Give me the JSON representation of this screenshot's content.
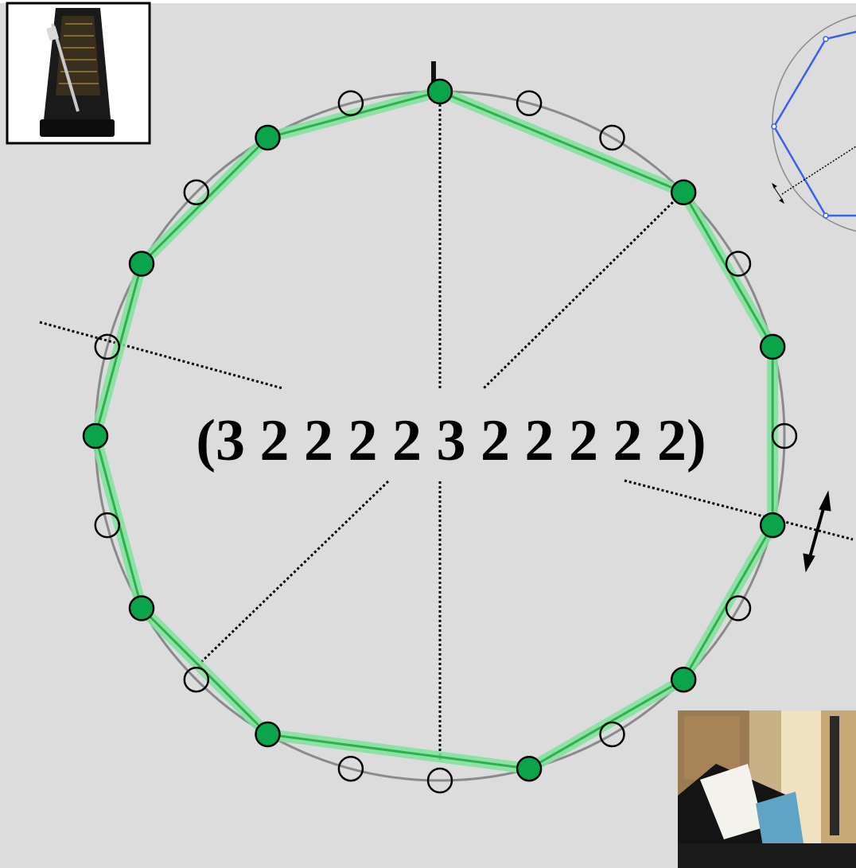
{
  "pattern": {
    "text": "(3 2 2 2 2 3 2 2 2 2 2)",
    "pulses": 24,
    "onsets": [
      0,
      3,
      5,
      7,
      9,
      11,
      14,
      16,
      18,
      20,
      22
    ]
  },
  "colors": {
    "background": "#dcdcdc",
    "circle": "#8a8a8a",
    "onset_fill": "#0aa54a",
    "polygon_glow": "#7fe29b",
    "polygon_line": "#2bb24c",
    "axis": "#000000",
    "inset_polygon": "#3a62e8"
  },
  "icons": {
    "metronome": "metronome-icon",
    "piano_photo": "piano-photo",
    "rotate_arrow": "double-arrow-icon"
  }
}
